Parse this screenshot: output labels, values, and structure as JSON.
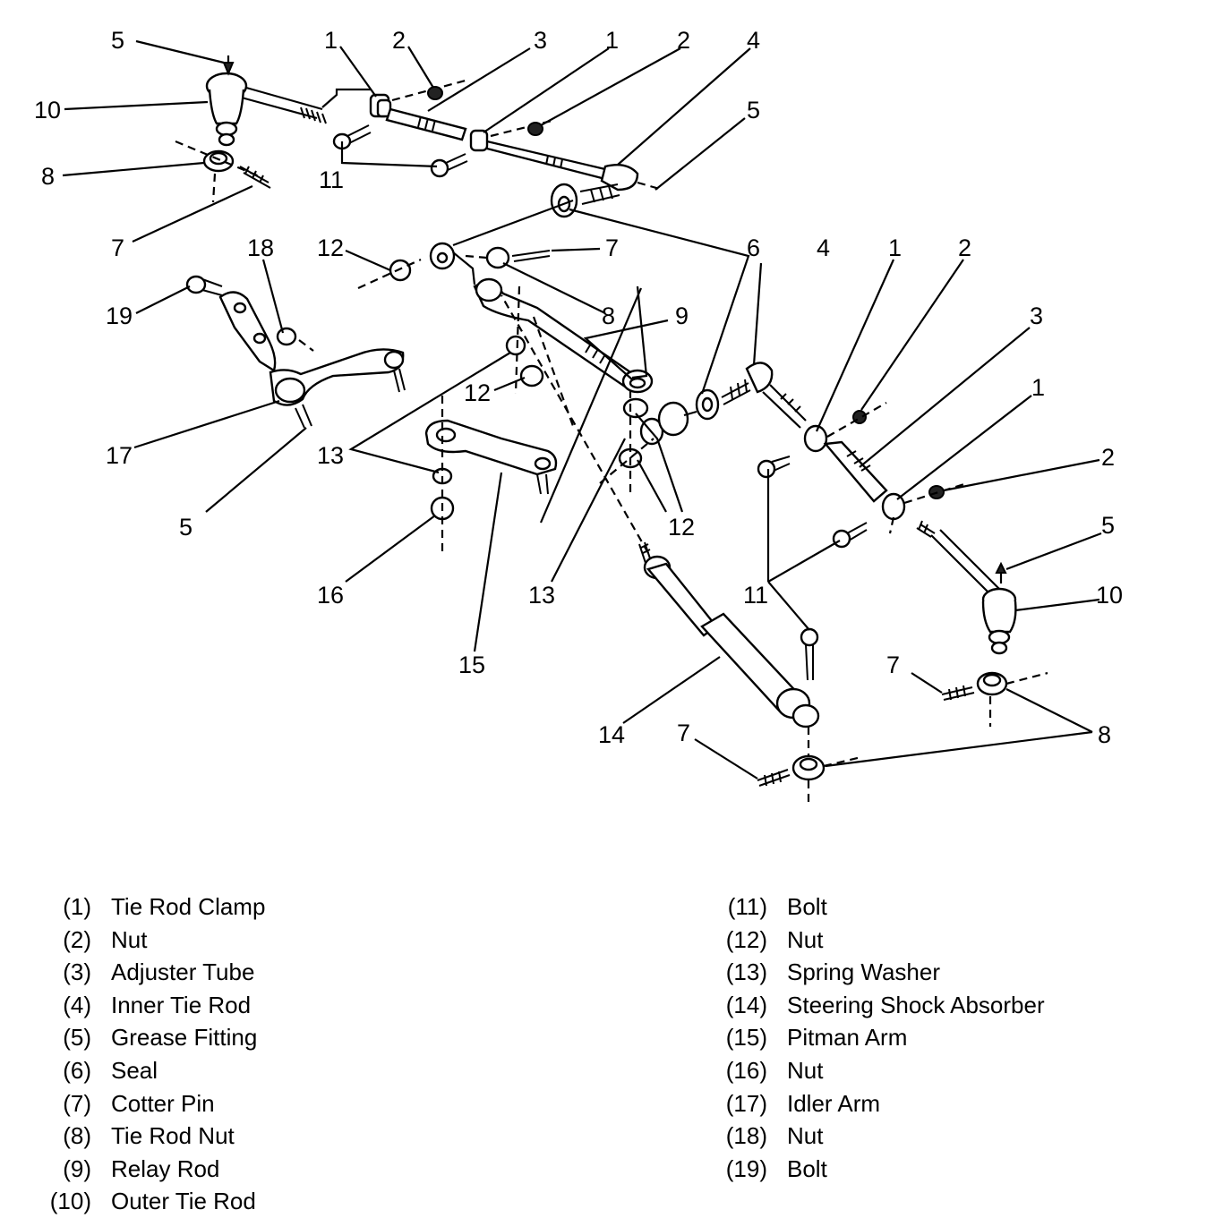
{
  "callouts": [
    {
      "n": "5"
    },
    {
      "n": "1"
    },
    {
      "n": "2"
    },
    {
      "n": "3"
    },
    {
      "n": "1"
    },
    {
      "n": "2"
    },
    {
      "n": "4"
    },
    {
      "n": "10"
    },
    {
      "n": "5"
    },
    {
      "n": "8"
    },
    {
      "n": "11"
    },
    {
      "n": "7"
    },
    {
      "n": "18"
    },
    {
      "n": "12"
    },
    {
      "n": "7"
    },
    {
      "n": "6"
    },
    {
      "n": "4"
    },
    {
      "n": "1"
    },
    {
      "n": "2"
    },
    {
      "n": "19"
    },
    {
      "n": "8"
    },
    {
      "n": "9"
    },
    {
      "n": "3"
    },
    {
      "n": "1"
    },
    {
      "n": "12"
    },
    {
      "n": "17"
    },
    {
      "n": "13"
    },
    {
      "n": "2"
    },
    {
      "n": "5"
    },
    {
      "n": "12"
    },
    {
      "n": "5"
    },
    {
      "n": "16"
    },
    {
      "n": "13"
    },
    {
      "n": "11"
    },
    {
      "n": "10"
    },
    {
      "n": "15"
    },
    {
      "n": "7"
    },
    {
      "n": "14"
    },
    {
      "n": "7"
    },
    {
      "n": "8"
    }
  ],
  "legend": {
    "left": [
      {
        "num": "(1)",
        "label": "Tie Rod Clamp"
      },
      {
        "num": "(2)",
        "label": "Nut"
      },
      {
        "num": "(3)",
        "label": "Adjuster Tube"
      },
      {
        "num": "(4)",
        "label": "Inner Tie Rod"
      },
      {
        "num": "(5)",
        "label": "Grease Fitting"
      },
      {
        "num": "(6)",
        "label": "Seal"
      },
      {
        "num": "(7)",
        "label": "Cotter Pin"
      },
      {
        "num": "(8)",
        "label": "Tie Rod Nut"
      },
      {
        "num": "(9)",
        "label": "Relay Rod"
      },
      {
        "num": "(10)",
        "label": "Outer Tie Rod"
      }
    ],
    "right": [
      {
        "num": "(11)",
        "label": "Bolt"
      },
      {
        "num": "(12)",
        "label": "Nut"
      },
      {
        "num": "(13)",
        "label": "Spring Washer"
      },
      {
        "num": "(14)",
        "label": "Steering Shock Absorber"
      },
      {
        "num": "(15)",
        "label": "Pitman Arm"
      },
      {
        "num": "(16)",
        "label": "Nut"
      },
      {
        "num": "(17)",
        "label": "Idler Arm"
      },
      {
        "num": "(18)",
        "label": "Nut"
      },
      {
        "num": "(19)",
        "label": "Bolt"
      }
    ]
  }
}
